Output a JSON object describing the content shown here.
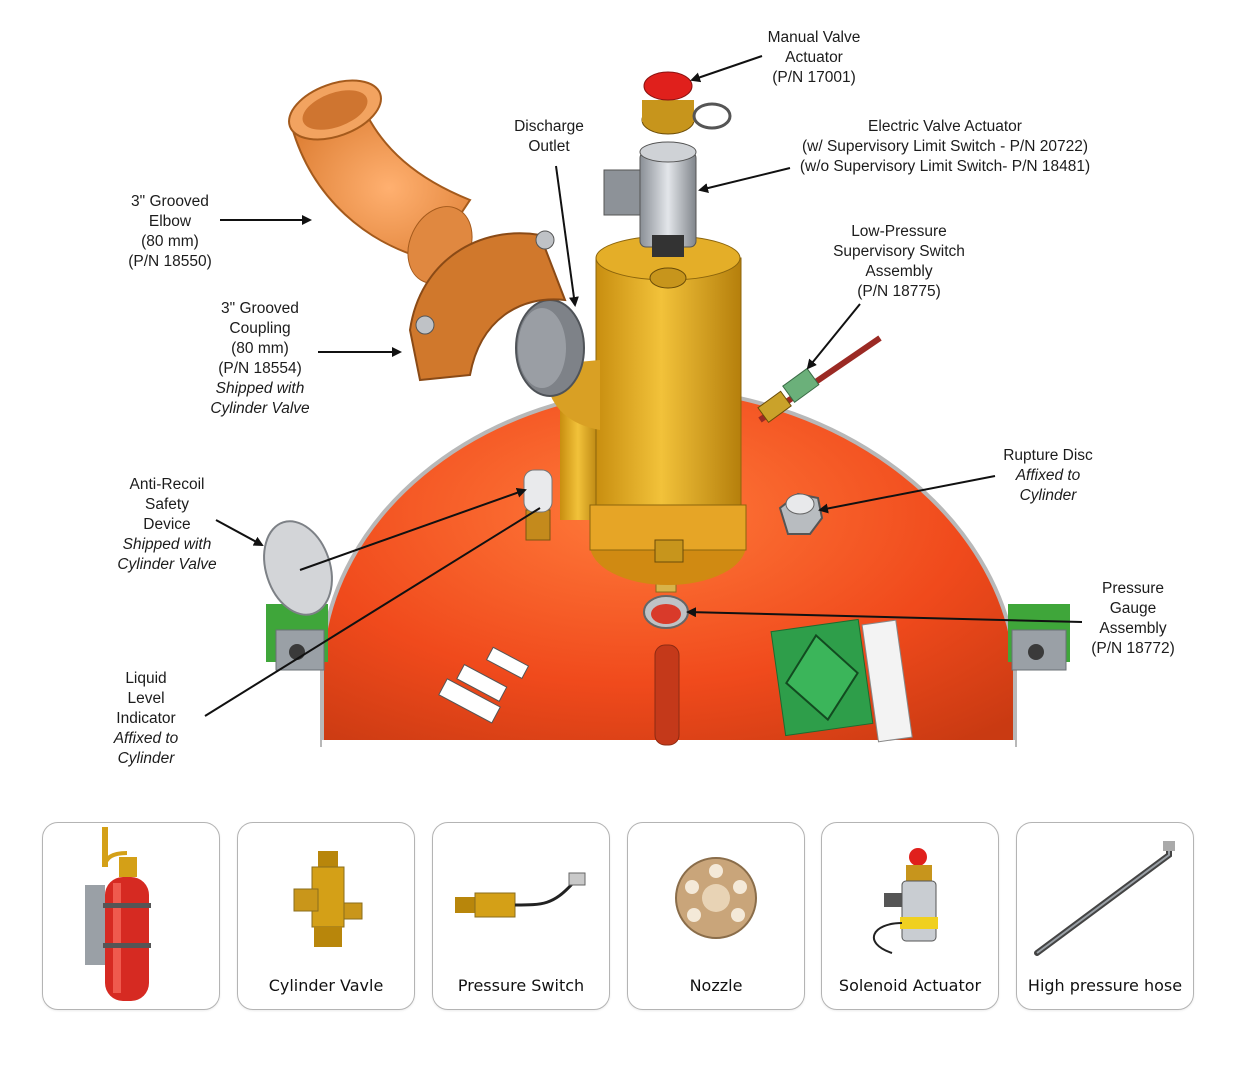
{
  "diagram": {
    "labels": {
      "manual_valve": [
        "Manual Valve",
        "Actuator",
        "(P/N 17001)"
      ],
      "discharge_outlet": [
        "Discharge",
        "Outlet"
      ],
      "electric_valve": [
        "Electric Valve Actuator",
        "(w/ Supervisory Limit Switch - P/N 20722)",
        "(w/o Supervisory Limit Switch- P/N 18481)"
      ],
      "grooved_elbow": [
        "3\" Grooved",
        "Elbow",
        "(80 mm)",
        "(P/N 18550)"
      ],
      "low_pressure": [
        "Low-Pressure",
        "Supervisory Switch",
        "Assembly",
        "(P/N 18775)"
      ],
      "grooved_coupling": [
        "3\" Grooved",
        "Coupling",
        "(80 mm)",
        "(P/N 18554)"
      ],
      "grooved_coupling_note": [
        "Shipped with",
        "Cylinder Valve"
      ],
      "rupture_disc": [
        "Rupture Disc"
      ],
      "rupture_disc_note": [
        "Affixed to",
        "Cylinder"
      ],
      "anti_recoil": [
        "Anti-Recoil",
        "Safety",
        "Device"
      ],
      "anti_recoil_note": [
        "Shipped with",
        "Cylinder Valve"
      ],
      "pressure_gauge": [
        "Pressure",
        "Gauge",
        "Assembly",
        "(P/N 18772)"
      ],
      "liquid_level": [
        "Liquid",
        "Level",
        "Indicator"
      ],
      "liquid_level_note": [
        "Affixed to",
        "Cylinder"
      ]
    },
    "colors": {
      "cylinder": "#f04a1c",
      "brass": "#d4a017",
      "elbow": "#e8893a",
      "bracket": "#3fa63a",
      "placard": "#2e9e4a"
    }
  },
  "products": [
    {
      "caption": "",
      "icon": "fire-suppression-cylinder-icon"
    },
    {
      "caption": "Cylinder Vavle",
      "icon": "brass-valve-icon"
    },
    {
      "caption": "Pressure Switch",
      "icon": "pressure-switch-icon"
    },
    {
      "caption": "Nozzle",
      "icon": "nozzle-icon"
    },
    {
      "caption": "Solenoid  Actuator",
      "icon": "solenoid-actuator-icon"
    },
    {
      "caption": "High pressure hose",
      "icon": "hose-icon"
    }
  ]
}
